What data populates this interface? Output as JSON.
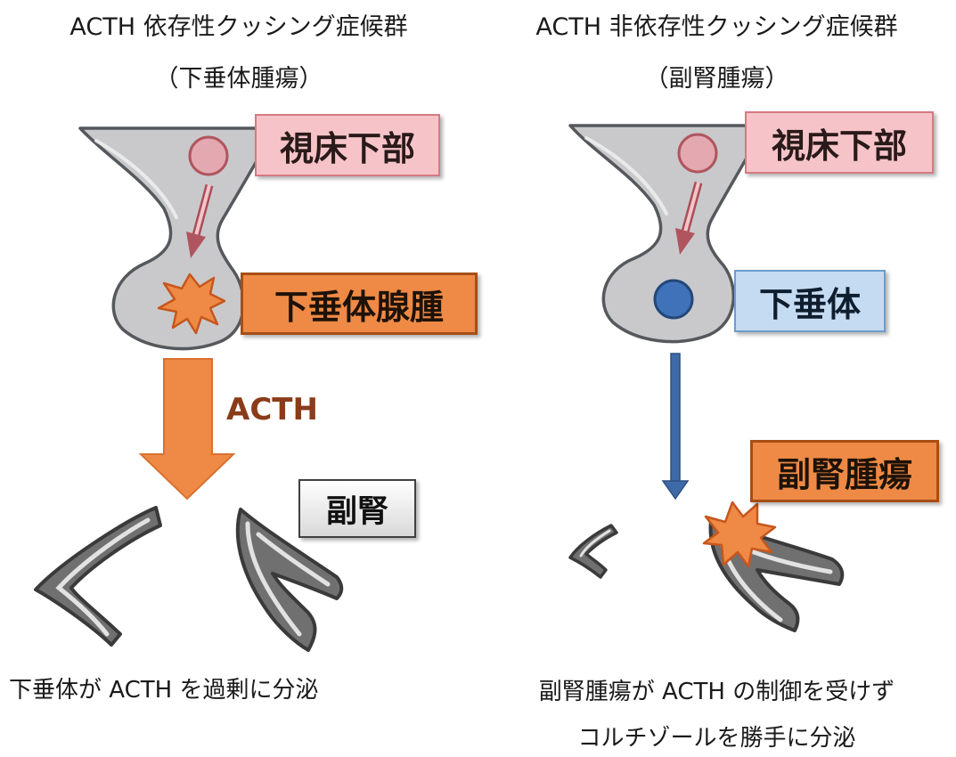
{
  "left_panel": {
    "title_line1": "ACTH 依存性クッシング症候群",
    "title_line2": "（下垂体腫瘍）",
    "hypothalamus_label": "視床下部",
    "adenoma_label": "下垂体腺腫",
    "hormone_label": "ACTH",
    "adrenal_label": "副腎",
    "caption": "下垂体が ACTH を過剰に分泌"
  },
  "right_panel": {
    "title_line1": "ACTH 非依存性クッシング症候群",
    "title_line2": "（副腎腫瘍）",
    "hypothalamus_label": "視床下部",
    "pituitary_label": "下垂体",
    "adrenal_tumor_label": "副腎腫瘍",
    "caption_line1": "副腎腫瘍が ACTH の制御を受けず",
    "caption_line2": "コルチゾールを勝手に分泌"
  },
  "colors": {
    "gland_fill": "#c9c9cc",
    "gland_outline": "#55585c",
    "hypothalamus_box": "#f6c4c8",
    "hypothalamus_node": "#e4a9b0",
    "tumor_orange": "#ee8a45",
    "pituitary_node": "#3f72b8",
    "pituitary_box": "#c5dbf2",
    "adrenal_gray": "#707070",
    "blue_arrow": "#3f6aa8"
  }
}
